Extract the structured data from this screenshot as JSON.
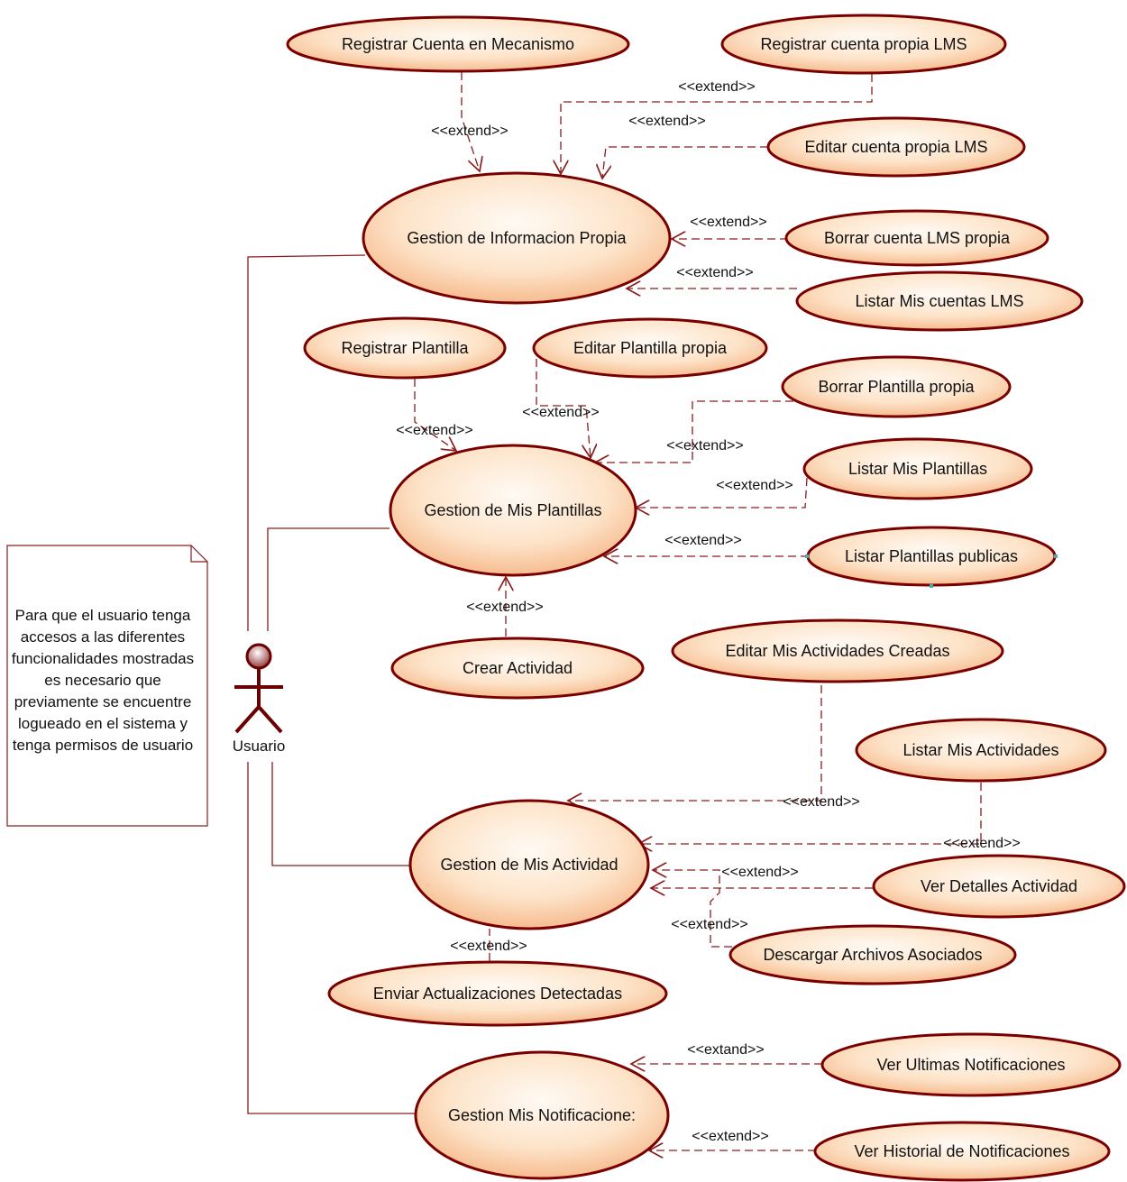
{
  "actor": {
    "name": "Usuario"
  },
  "note": {
    "lines": [
      "Para que el usuario tenga",
      "accesos a las diferentes",
      "funcionalidades mostradas",
      "es necesario que",
      "previamente se encuentre",
      "logueado en el sistema y",
      "tenga permisos de usuario"
    ]
  },
  "use_cases": {
    "registrar_cuenta_mecanismo": "Registrar Cuenta en Mecanismo",
    "registrar_cuenta_propia_lms": "Registrar cuenta propia LMS",
    "editar_cuenta_propia_lms": "Editar cuenta propia LMS",
    "gestion_informacion_propia": "Gestion de Informacion Propia",
    "borrar_cuenta_lms_propia": "Borrar cuenta LMS propia",
    "listar_mis_cuentas_lms": "Listar Mis cuentas LMS",
    "registrar_plantilla": "Registrar Plantilla",
    "editar_plantilla_propia": "Editar Plantilla propia",
    "borrar_plantilla_propia": "Borrar Plantilla propia",
    "gestion_mis_plantillas": "Gestion de Mis Plantillas",
    "listar_mis_plantillas": "Listar Mis Plantillas",
    "listar_plantillas_publicas": "Listar Plantillas publicas",
    "crear_actividad": "Crear Actividad",
    "editar_mis_actividades_creadas": "Editar Mis Actividades Creadas",
    "listar_mis_actividades": "Listar Mis Actividades",
    "gestion_mis_actividad": "Gestion de Mis Actividad",
    "ver_detalles_actividad": "Ver Detalles Actividad",
    "descargar_archivos_asociados": "Descargar Archivos Asociados",
    "enviar_actualizaciones_detectadas": "Enviar Actualizaciones Detectadas",
    "ver_ultimas_notificaciones": "Ver Ultimas Notificaciones",
    "gestion_mis_notificaciones": "Gestion Mis Notificacione:",
    "ver_historial_notificaciones": "Ver Historial de Notificaciones"
  },
  "stereotypes": {
    "extend": "<<extend>>",
    "extand": "<<extand>>"
  },
  "colors": {
    "ellipse_stroke": "#7a0000",
    "ellipse_fill_light": "#fff7ee",
    "ellipse_fill_dark": "#f6b98a",
    "line": "#8a1c1c",
    "actor_head": "#a05050"
  }
}
